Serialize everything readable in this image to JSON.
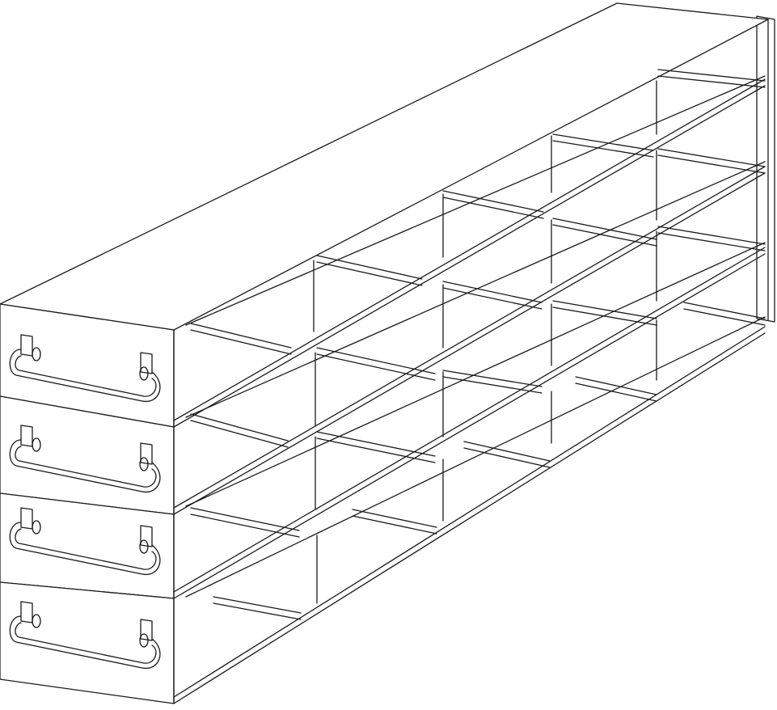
{
  "drawing": {
    "kind": "line-art",
    "subject": "freezer-rack",
    "line_color": "#1a1a1a",
    "background_color": "#ffffff",
    "drawers_count": 4,
    "columns_per_drawer": 5,
    "handle_icon": "drawer-pull-handle-icon"
  }
}
